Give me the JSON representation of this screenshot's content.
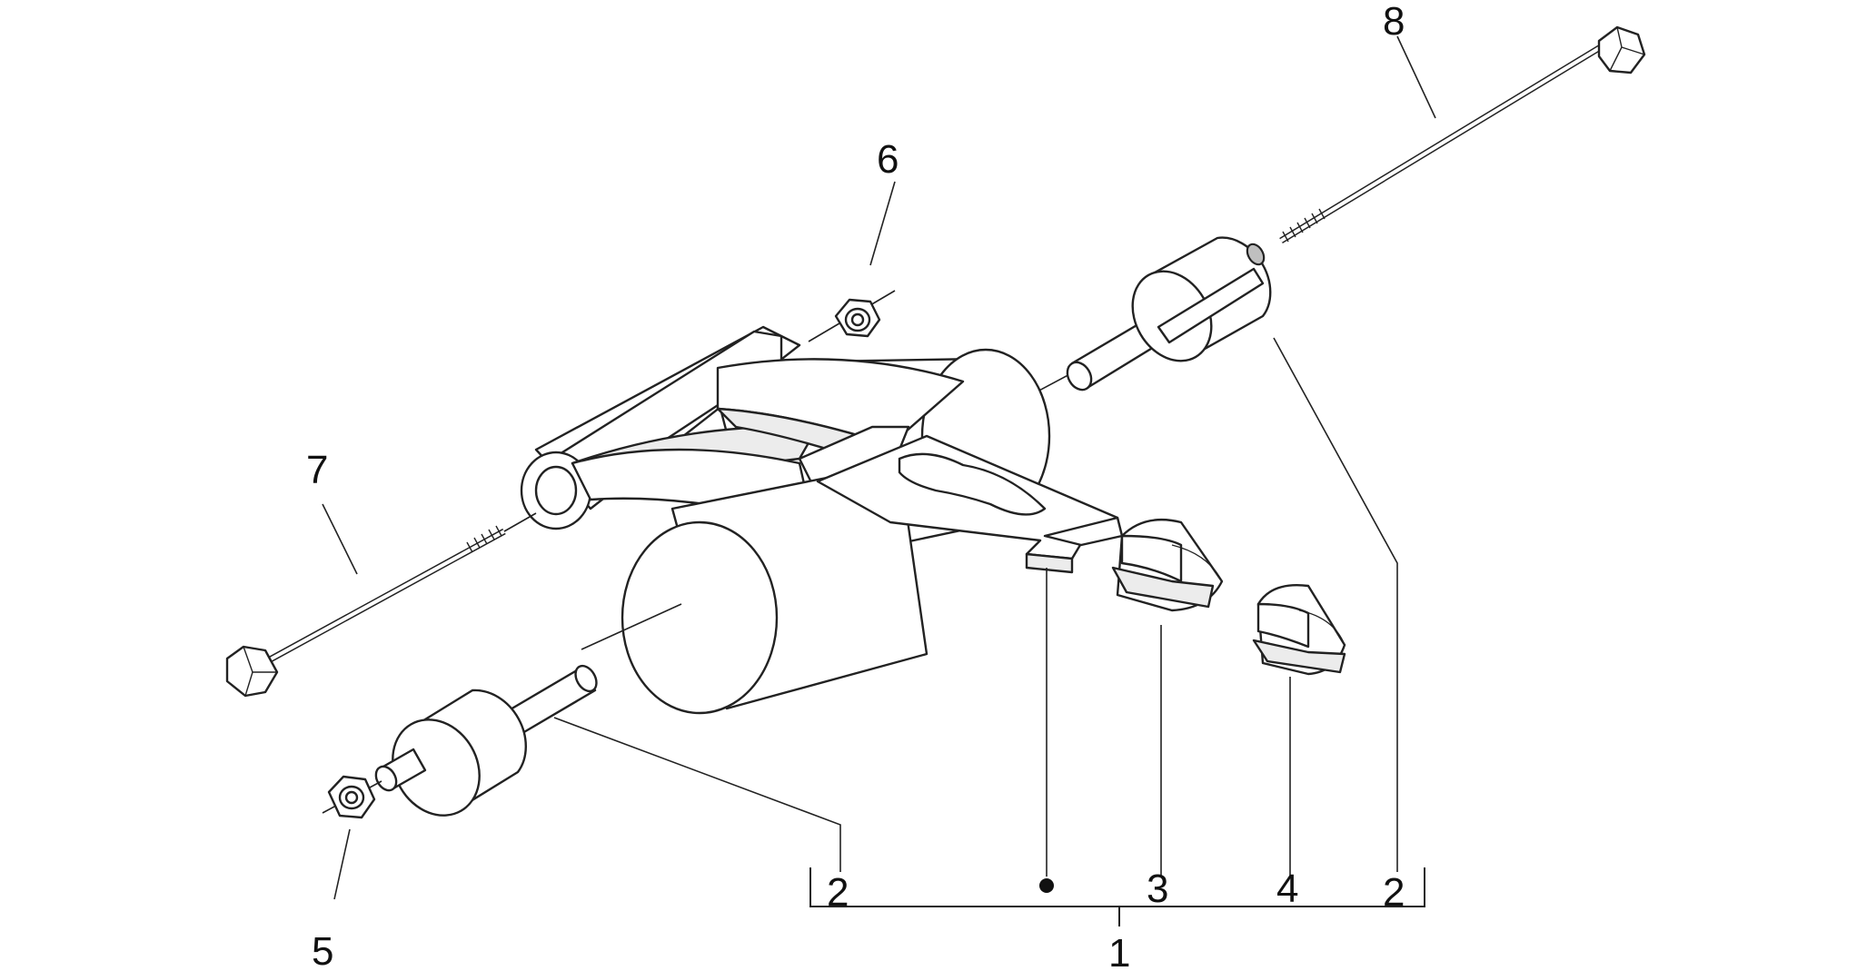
{
  "callouts": {
    "c1": "1",
    "c2_left": "2",
    "c2_right": "2",
    "c3": "3",
    "c4": "4",
    "c5": "5",
    "c6": "6",
    "c7": "7",
    "c8": "8"
  }
}
